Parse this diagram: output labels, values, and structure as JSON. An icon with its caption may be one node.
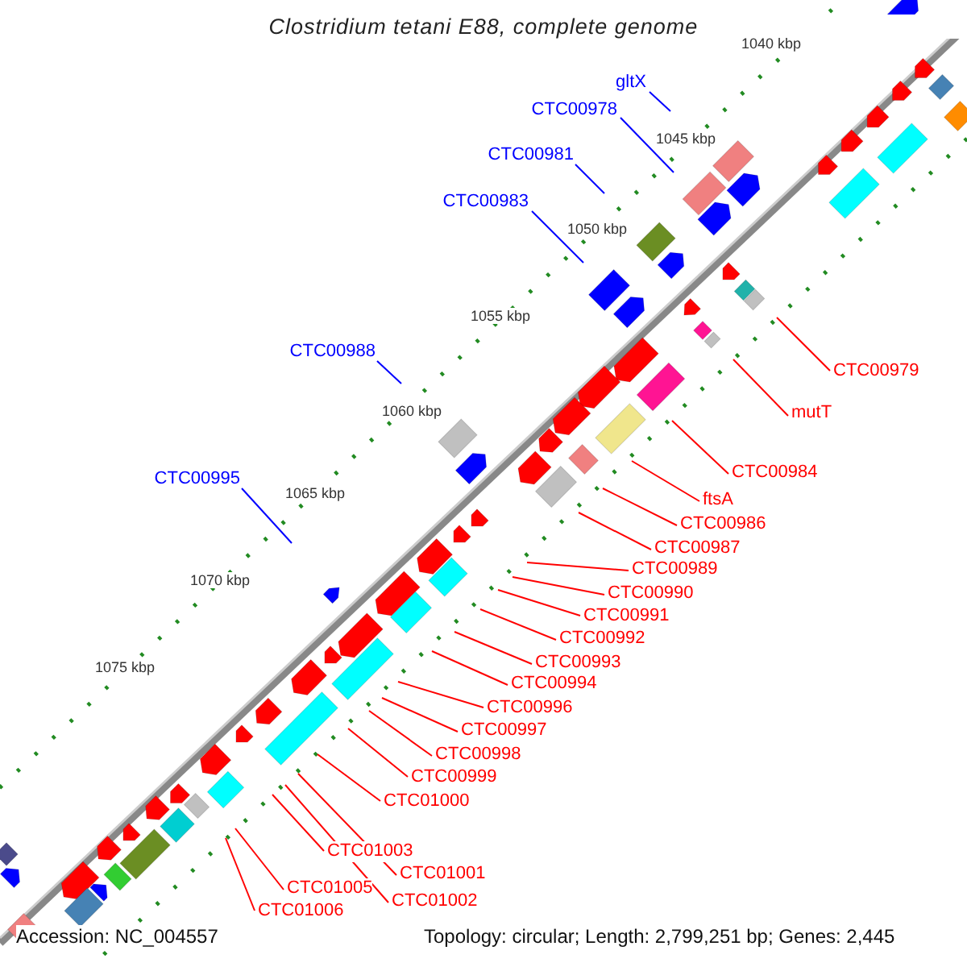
{
  "diagram": {
    "title": "Clostridium tetani E88, complete genome",
    "nodes": [
      {
        "text": [
          "gltX"
        ]
      },
      {
        "text": [
          "CTC00978"
        ]
      },
      {
        "text": [
          "CTC00981"
        ]
      },
      {
        "text": [
          "CTC00983"
        ]
      },
      {
        "text": [
          "CTC00988"
        ]
      },
      {
        "text": [
          "CTC00995"
        ]
      },
      {
        "text": [
          "CTC00979"
        ]
      },
      {
        "text": [
          "mutT"
        ]
      },
      {
        "text": [
          "CTC00984"
        ]
      },
      {
        "text": [
          "ftsA"
        ]
      },
      {
        "text": [
          "CTC00986"
        ]
      },
      {
        "text": [
          "CTC00987"
        ]
      },
      {
        "text": [
          "CTC00989"
        ]
      },
      {
        "text": [
          "CTC00990"
        ]
      },
      {
        "text": [
          "CTC00991"
        ]
      },
      {
        "text": [
          "CTC00992"
        ]
      },
      {
        "text": [
          "CTC00993"
        ]
      },
      {
        "text": [
          "CTC00994"
        ]
      },
      {
        "text": [
          "CTC00996"
        ]
      },
      {
        "text": [
          "CTC00997"
        ]
      },
      {
        "text": [
          "CTC00998"
        ]
      },
      {
        "text": [
          "CTC00999"
        ]
      },
      {
        "text": [
          "CTC01000"
        ]
      },
      {
        "text": [
          "CTC01003"
        ]
      },
      {
        "text": [
          "CTC01001"
        ]
      },
      {
        "text": [
          "CTC01005"
        ]
      },
      {
        "text": [
          "CTC01002"
        ]
      },
      {
        "text": [
          "CTC01006"
        ]
      }
    ],
    "edges": [
      {
        "from": 0,
        "to": null,
        "arrow": "none",
        "color": "#0000ff"
      },
      {
        "from": 1,
        "to": null,
        "arrow": "none",
        "color": "#0000ff"
      },
      {
        "from": 2,
        "to": null,
        "arrow": "none",
        "color": "#0000ff"
      },
      {
        "from": 3,
        "to": null,
        "arrow": "none",
        "color": "#0000ff"
      },
      {
        "from": 4,
        "to": null,
        "arrow": "none",
        "color": "#0000ff"
      },
      {
        "from": 5,
        "to": null,
        "arrow": "none",
        "color": "#0000ff"
      },
      {
        "from": 6,
        "to": null,
        "arrow": "none"
      },
      {
        "from": 7,
        "to": null,
        "arrow": "none"
      },
      {
        "from": 8,
        "to": null,
        "arrow": "none"
      },
      {
        "from": 9,
        "to": null,
        "arrow": "none"
      },
      {
        "from": 10,
        "to": null,
        "arrow": "none"
      },
      {
        "from": 11,
        "to": null,
        "arrow": "none"
      },
      {
        "from": 12,
        "to": null,
        "arrow": "none"
      },
      {
        "from": 13,
        "to": null,
        "arrow": "none"
      },
      {
        "from": 14,
        "to": null,
        "arrow": "none"
      },
      {
        "from": 15,
        "to": null,
        "arrow": "none"
      },
      {
        "from": 16,
        "to": null,
        "arrow": "none"
      },
      {
        "from": 17,
        "to": null,
        "arrow": "none"
      },
      {
        "from": 18,
        "to": null,
        "arrow": "none"
      },
      {
        "from": 19,
        "to": null,
        "arrow": "none"
      },
      {
        "from": 20,
        "to": null,
        "arrow": "none"
      },
      {
        "from": 21,
        "to": null,
        "arrow": "none"
      },
      {
        "from": 22,
        "to": null,
        "arrow": "none"
      },
      {
        "from": 23,
        "to": null,
        "arrow": "none"
      },
      {
        "from": 24,
        "to": null,
        "arrow": "none"
      },
      {
        "from": 25,
        "to": null,
        "arrow": "none"
      },
      {
        "from": 26,
        "to": null,
        "arrow": "none"
      },
      {
        "from": 27,
        "to": null,
        "arrow": "none"
      }
    ],
    "labels": [
      "1040 kbp",
      "1045 kbp",
      "1050 kbp",
      "1055 kbp",
      "1060 kbp",
      "1065 kbp",
      "1070 kbp",
      "1075 kbp",
      "Accession: NC_004557",
      "Topology: circular; Length: 2,799,251 bp; Genes: 2,445"
    ]
  }
}
